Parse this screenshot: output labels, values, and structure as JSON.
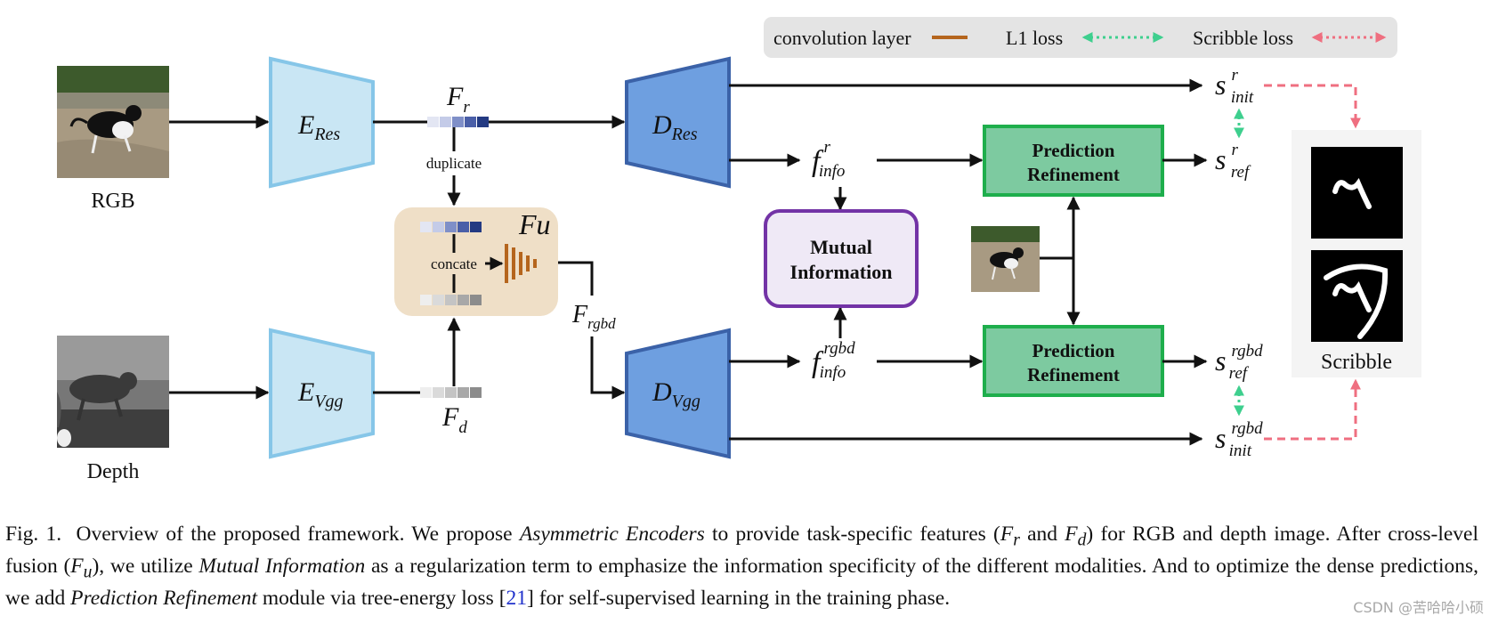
{
  "legend": {
    "conv": "convolution layer",
    "l1": "L1 loss",
    "scribble": "Scribble loss"
  },
  "inputs": {
    "rgb": "RGB",
    "depth": "Depth"
  },
  "encoders": {
    "res": {
      "main": "E",
      "sub": "Res"
    },
    "vgg": {
      "main": "E",
      "sub": "Vgg"
    }
  },
  "decoders": {
    "res": {
      "main": "D",
      "sub": "Res"
    },
    "vgg": {
      "main": "D",
      "sub": "Vgg"
    }
  },
  "features": {
    "fr": {
      "main": "F",
      "sub": "r"
    },
    "fd": {
      "main": "F",
      "sub": "d"
    },
    "frgbd": {
      "main": "F",
      "sub": "rgbd"
    }
  },
  "fusion": {
    "title": "Fu",
    "concate": "concate",
    "duplicate": "duplicate"
  },
  "mutual": {
    "line1": "Mutual",
    "line2": "Information"
  },
  "info": {
    "r": {
      "main": "f",
      "sup": "r",
      "sub": "info"
    },
    "rgbd": {
      "main": "f",
      "sup": "rgbd",
      "sub": "info"
    }
  },
  "refine": {
    "line1": "Prediction",
    "line2": "Refinement"
  },
  "outputs": {
    "s_init_r": {
      "main": "s",
      "sup": "r",
      "sub": "init"
    },
    "s_ref_r": {
      "main": "s",
      "sup": "r",
      "sub": "ref"
    },
    "s_ref_rgbd": {
      "main": "s",
      "sup": "rgbd",
      "sub": "ref"
    },
    "s_init_rgbd": {
      "main": "s",
      "sup": "rgbd",
      "sub": "init"
    }
  },
  "scribble_label": "Scribble",
  "colors": {
    "encoder_fill": "#c9e6f4",
    "encoder_stroke": "#86c6e8",
    "decoder_fill": "#6e9fe0",
    "decoder_stroke": "#3b62a8",
    "refine_fill": "#7dcaa0",
    "refine_stroke": "#1eae4c",
    "mutual_fill": "#efe9f6",
    "mutual_stroke": "#7333a6",
    "fusion_fill": "#efdfc7",
    "conv_color": "#b5651d",
    "l1_color": "#3ecf8e",
    "scribble_color": "#ef6f80",
    "legend_bg": "#e4e4e4"
  },
  "caption": {
    "label": "Fig. 1.",
    "t1": "Overview of the proposed framework. We propose ",
    "t1i": "Asymmetric Encoders",
    "t2": " to provide task-specific features (",
    "fr": "F",
    "fr_sub": "r",
    "and": " and ",
    "fd": "F",
    "fd_sub": "d",
    "t3": ") for RGB and depth image. After cross-level fusion (",
    "fu": "F",
    "fu_sub": "u",
    "t4": "), we utilize ",
    "t4i": "Mutual Information",
    "t5": " as a regularization term to emphasize the information specificity of the different modalities. And to optimize the dense predictions, we add ",
    "t5i": "Prediction Refinement",
    "t6": " module via tree-energy loss [",
    "cite": "21",
    "t7": "] for self-supervised learning in the training phase."
  },
  "watermark": "CSDN @苦哈哈小硕"
}
